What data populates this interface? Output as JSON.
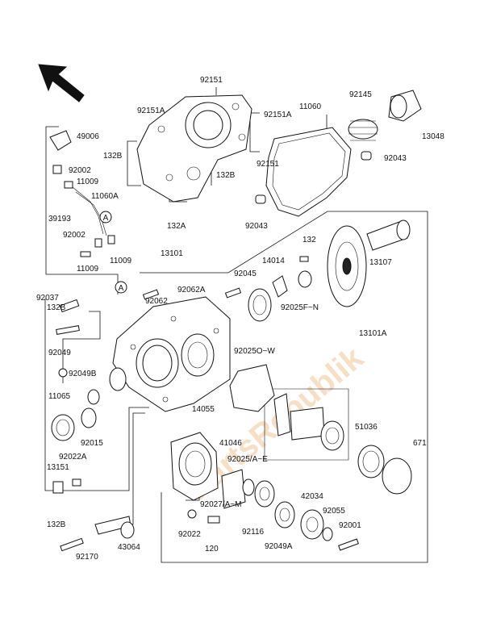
{
  "watermark": "PartsRepublik",
  "callout_marker": "A",
  "labels": {
    "p92151_top": "92151",
    "p92151A_a": "92151A",
    "p92151A_b": "92151A",
    "p11060": "11060",
    "p92145": "92145",
    "p49006": "49006",
    "p132B_a": "132B",
    "p13048": "13048",
    "p92002_a": "92002",
    "p11009_a": "11009",
    "p11060A": "11060A",
    "p92151_b": "92151",
    "p132B_b": "132B",
    "p92043_a": "92043",
    "p39193": "39193",
    "p132A": "132A",
    "p92043_b": "92043",
    "p92002_b": "92002",
    "p11009_b": "11009",
    "p11009_c": "11009",
    "p132_top": "132",
    "p13101": "13101",
    "p14014": "14014",
    "p13107": "13107",
    "p92062A": "92062A",
    "p92045": "92045",
    "p92037": "92037",
    "p92062": "92062",
    "p92025FN": "92025F~N",
    "p132B_c": "132B",
    "p13101A": "13101A",
    "p92049": "92049",
    "p92025OW": "92025O~W",
    "p92049B": "92049B",
    "p11065": "11065",
    "p14055": "14055",
    "p51036": "51036",
    "p92015": "92015",
    "p671": "671",
    "p41046": "41046",
    "p92022A": "92022A",
    "p13151": "13151",
    "p92025AE": "92025/A~E",
    "p42034": "42034",
    "p92027AM": "92027/A~M",
    "p92055": "92055",
    "p92001": "92001",
    "p92022": "92022",
    "p92116": "92116",
    "p132B_d": "132B",
    "p92049A": "92049A",
    "p43064": "43064",
    "p120": "120",
    "p92170": "92170"
  }
}
